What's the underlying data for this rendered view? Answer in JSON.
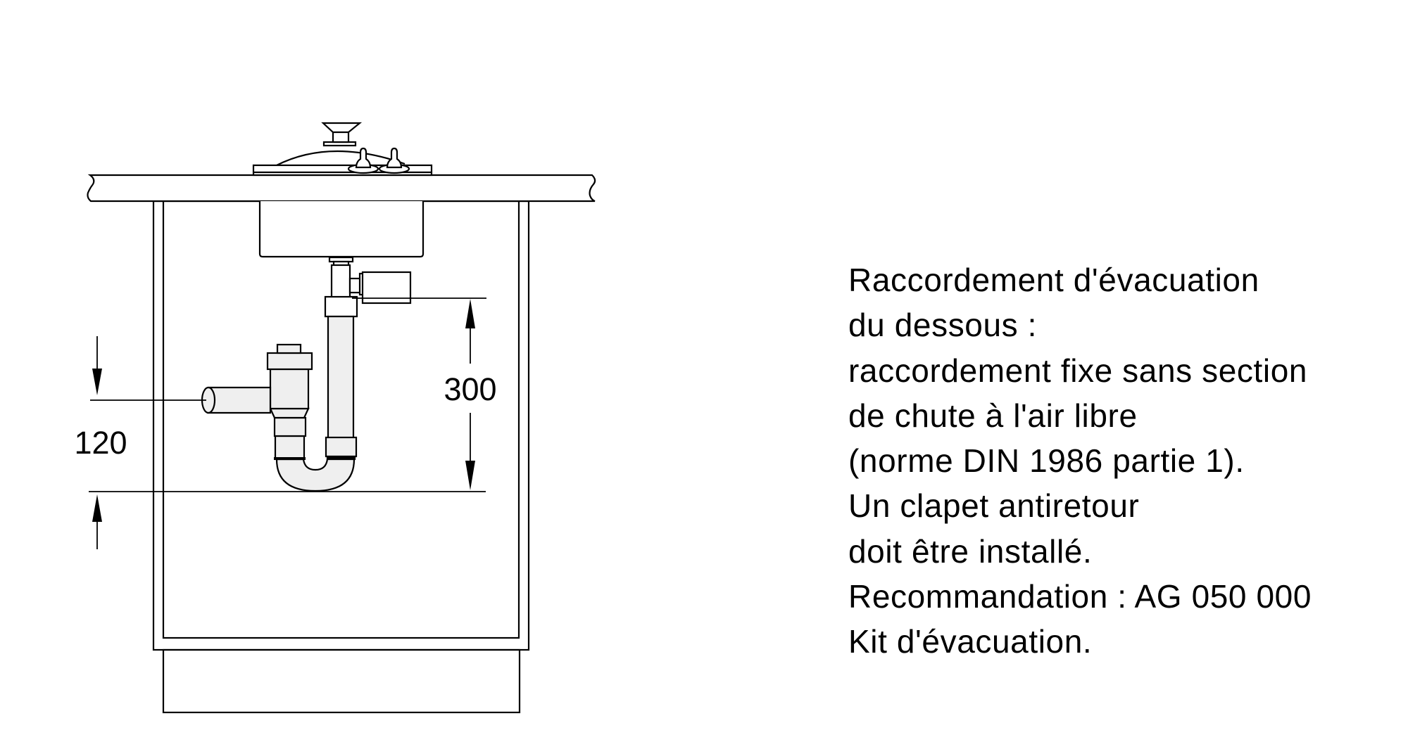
{
  "diagram": {
    "title": "Raccordement d'évacuation du dessous",
    "components": [
      "countertop",
      "sink-lid-with-knob",
      "tap-fittings",
      "sink-basin",
      "cabinet",
      "plinth",
      "drain-pipe",
      "side-valve-box",
      "siphon-trap",
      "side-outlet-pipe"
    ],
    "dimensions": {
      "outlet_height": {
        "value": "120",
        "unit": "mm"
      },
      "trap_height": {
        "value": "300",
        "unit": "mm"
      }
    }
  },
  "description": {
    "lines": [
      "Raccordement d'évacuation",
      "du dessous :",
      "raccordement fixe sans section",
      "de chute à l'air libre",
      "(norme DIN 1986 partie 1).",
      "Un clapet antiretour",
      "doit être installé.",
      "Recommandation : AG 050 000",
      "Kit d'évacuation."
    ]
  },
  "colors": {
    "line": "#000000",
    "pipe_fill": "#efefef",
    "background": "#ffffff"
  }
}
